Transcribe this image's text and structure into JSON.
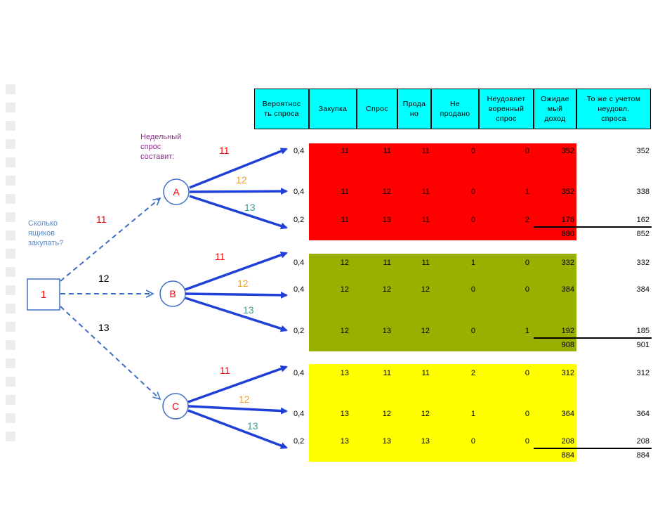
{
  "colors": {
    "header_bg": "#00ffff",
    "red": "#ff0000",
    "olive": "#99b000",
    "yellow": "#ffff00",
    "arrow": "#1f3fd6",
    "dashed": "#3f6fc4",
    "label_red": "#ff0000",
    "label_orange": "#f0a020",
    "label_teal": "#3aa090",
    "question": "#5a8ac6",
    "caption": "#8b2f8b"
  },
  "icons": {
    "decision": "square-node-icon",
    "chance": "circle-node-icon"
  },
  "headers": [
    "Вероятнос\nть спроса",
    "Закупка",
    "Спрос",
    "Прода\nно",
    "Не\nпродано",
    "Неудовлет\nворенный\nспрос",
    "Ожидае\nмый\nдоход",
    "То же с учетом\nнеудовл.\nспроса"
  ],
  "decision_question": "Сколько\nящиков\nзакупать?",
  "decision_node": "1",
  "demand_caption": "Недельный\nспрос\nсоставит:",
  "branches": [
    {
      "node": "A",
      "purchase_label": "11",
      "rows": [
        {
          "demand_label": "11",
          "prob": "0,4",
          "purchase": "11",
          "demand": "11",
          "sold": "11",
          "unsold": "0",
          "unmet": "0",
          "income": "352",
          "adjusted": "352"
        },
        {
          "demand_label": "12",
          "prob": "0,4",
          "purchase": "11",
          "demand": "12",
          "sold": "11",
          "unsold": "0",
          "unmet": "1",
          "income": "352",
          "adjusted": "338"
        },
        {
          "demand_label": "13",
          "prob": "0,2",
          "purchase": "11",
          "demand": "13",
          "sold": "11",
          "unsold": "0",
          "unmet": "2",
          "income": "176",
          "adjusted": "162"
        }
      ],
      "total_income": "880",
      "total_adjusted": "852"
    },
    {
      "node": "B",
      "purchase_label": "12",
      "rows": [
        {
          "demand_label": "11",
          "prob": "0,4",
          "purchase": "12",
          "demand": "11",
          "sold": "11",
          "unsold": "1",
          "unmet": "0",
          "income": "332",
          "adjusted": "332"
        },
        {
          "demand_label": "12",
          "prob": "0,4",
          "purchase": "12",
          "demand": "12",
          "sold": "12",
          "unsold": "0",
          "unmet": "0",
          "income": "384",
          "adjusted": "384"
        },
        {
          "demand_label": "13",
          "prob": "0,2",
          "purchase": "12",
          "demand": "13",
          "sold": "12",
          "unsold": "0",
          "unmet": "1",
          "income": "192",
          "adjusted": "185"
        }
      ],
      "total_income": "908",
      "total_adjusted": "901"
    },
    {
      "node": "C",
      "purchase_label": "13",
      "rows": [
        {
          "demand_label": "11",
          "prob": "0,4",
          "purchase": "13",
          "demand": "11",
          "sold": "11",
          "unsold": "2",
          "unmet": "0",
          "income": "312",
          "adjusted": "312"
        },
        {
          "demand_label": "12",
          "prob": "0,4",
          "purchase": "13",
          "demand": "12",
          "sold": "12",
          "unsold": "1",
          "unmet": "0",
          "income": "364",
          "adjusted": "364"
        },
        {
          "demand_label": "13",
          "prob": "0,2",
          "purchase": "13",
          "demand": "13",
          "sold": "13",
          "unsold": "0",
          "unmet": "0",
          "income": "208",
          "adjusted": "208"
        }
      ],
      "total_income": "884",
      "total_adjusted": "884"
    }
  ]
}
